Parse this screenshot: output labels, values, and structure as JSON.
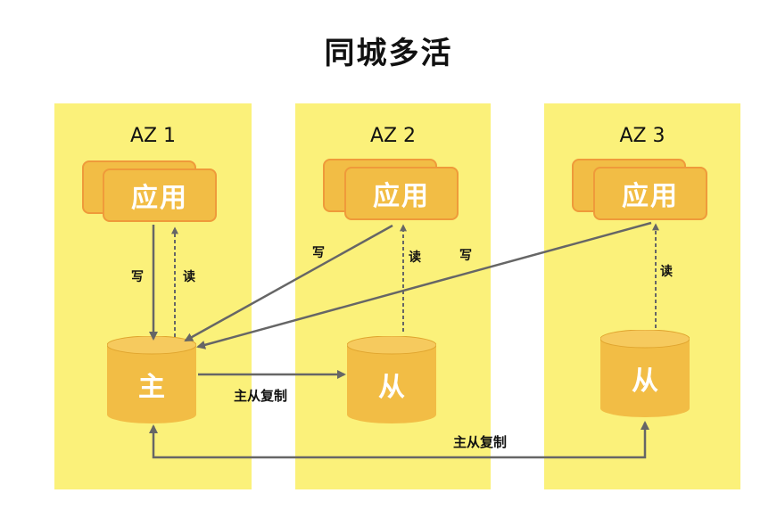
{
  "title": "同城多活",
  "zones": [
    {
      "label": "AZ 1",
      "app": "应用",
      "db": "主"
    },
    {
      "label": "AZ 2",
      "app": "应用",
      "db": "从"
    },
    {
      "label": "AZ 3",
      "app": "应用",
      "db": "从"
    }
  ],
  "edges": {
    "write": "写",
    "read": "读",
    "replication": "主从复制"
  },
  "colors": {
    "zone": "#fbf17a",
    "app_fill": "#f2bd45",
    "app_border": "#ef9a3a",
    "db_fill": "#f2bd45",
    "arrow": "#666666"
  }
}
